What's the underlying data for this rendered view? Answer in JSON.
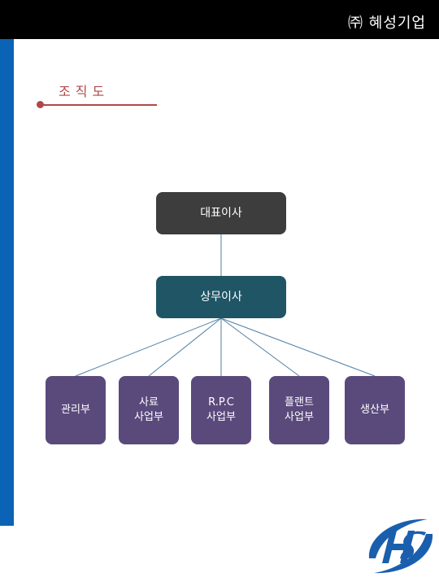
{
  "header": {
    "company": "㈜ 혜성기업"
  },
  "section": {
    "title": "조직도"
  },
  "org": {
    "ceo": "대표이사",
    "managing_director": "상무이사",
    "departments": [
      {
        "label": "관리부"
      },
      {
        "label": "사료\n사업부"
      },
      {
        "label": "R.P.C\n사업부"
      },
      {
        "label": "플랜트\n사업부"
      },
      {
        "label": "생산부"
      }
    ]
  },
  "logo": {
    "text": "HS"
  },
  "colors": {
    "header": "#000000",
    "sidebar": "#0a63b5",
    "title_accent": "#b04848",
    "ceo_box": "#3d3d3d",
    "md_box": "#1f5565",
    "dept_box": "#5a4a7c",
    "connector": "#4f7fa3",
    "logo": "#1a5fae"
  }
}
